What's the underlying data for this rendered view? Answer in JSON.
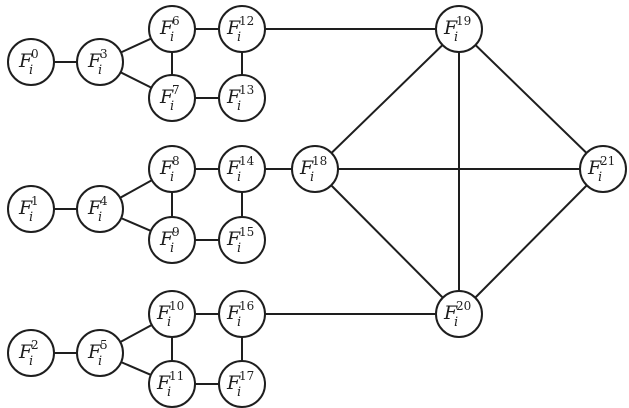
{
  "nodes": [
    {
      "id": "0",
      "letter": "F",
      "sub": "i",
      "sup": "0"
    },
    {
      "id": "1",
      "letter": "F",
      "sub": "i",
      "sup": "1"
    },
    {
      "id": "2",
      "letter": "F",
      "sub": "i",
      "sup": "2"
    },
    {
      "id": "3",
      "letter": "F",
      "sub": "i",
      "sup": "3"
    },
    {
      "id": "4",
      "letter": "F",
      "sub": "i",
      "sup": "4"
    },
    {
      "id": "5",
      "letter": "F",
      "sub": "i",
      "sup": "5"
    },
    {
      "id": "6",
      "letter": "F",
      "sub": "i",
      "sup": "6"
    },
    {
      "id": "7",
      "letter": "F",
      "sub": "i",
      "sup": "7"
    },
    {
      "id": "8",
      "letter": "F",
      "sub": "i",
      "sup": "8"
    },
    {
      "id": "9",
      "letter": "F",
      "sub": "i",
      "sup": "9"
    },
    {
      "id": "10",
      "letter": "F",
      "sub": "i",
      "sup": "10"
    },
    {
      "id": "11",
      "letter": "F",
      "sub": "i",
      "sup": "11"
    },
    {
      "id": "12",
      "letter": "F",
      "sub": "i",
      "sup": "12"
    },
    {
      "id": "13",
      "letter": "F",
      "sub": "i",
      "sup": "13"
    },
    {
      "id": "14",
      "letter": "F",
      "sub": "i",
      "sup": "14"
    },
    {
      "id": "15",
      "letter": "F",
      "sub": "i",
      "sup": "15"
    },
    {
      "id": "16",
      "letter": "F",
      "sub": "i",
      "sup": "16"
    },
    {
      "id": "17",
      "letter": "F",
      "sub": "i",
      "sup": "17"
    },
    {
      "id": "18",
      "letter": "F",
      "sub": "i",
      "sup": "18"
    },
    {
      "id": "19",
      "letter": "F",
      "sub": "i",
      "sup": "19"
    },
    {
      "id": "20",
      "letter": "F",
      "sub": "i",
      "sup": "20"
    },
    {
      "id": "21",
      "letter": "F",
      "sub": "i",
      "sup": "21"
    }
  ],
  "edges": [
    [
      "0",
      "3"
    ],
    [
      "3",
      "6"
    ],
    [
      "3",
      "7"
    ],
    [
      "6",
      "7"
    ],
    [
      "6",
      "12"
    ],
    [
      "7",
      "13"
    ],
    [
      "12",
      "13"
    ],
    [
      "12",
      "19"
    ],
    [
      "1",
      "4"
    ],
    [
      "4",
      "8"
    ],
    [
      "4",
      "9"
    ],
    [
      "8",
      "9"
    ],
    [
      "8",
      "14"
    ],
    [
      "9",
      "15"
    ],
    [
      "14",
      "15"
    ],
    [
      "14",
      "18"
    ],
    [
      "2",
      "5"
    ],
    [
      "5",
      "10"
    ],
    [
      "5",
      "11"
    ],
    [
      "10",
      "11"
    ],
    [
      "10",
      "16"
    ],
    [
      "11",
      "17"
    ],
    [
      "16",
      "17"
    ],
    [
      "16",
      "20"
    ],
    [
      "18",
      "19"
    ],
    [
      "18",
      "20"
    ],
    [
      "18",
      "21"
    ],
    [
      "19",
      "20"
    ],
    [
      "19",
      "21"
    ],
    [
      "20",
      "21"
    ]
  ]
}
